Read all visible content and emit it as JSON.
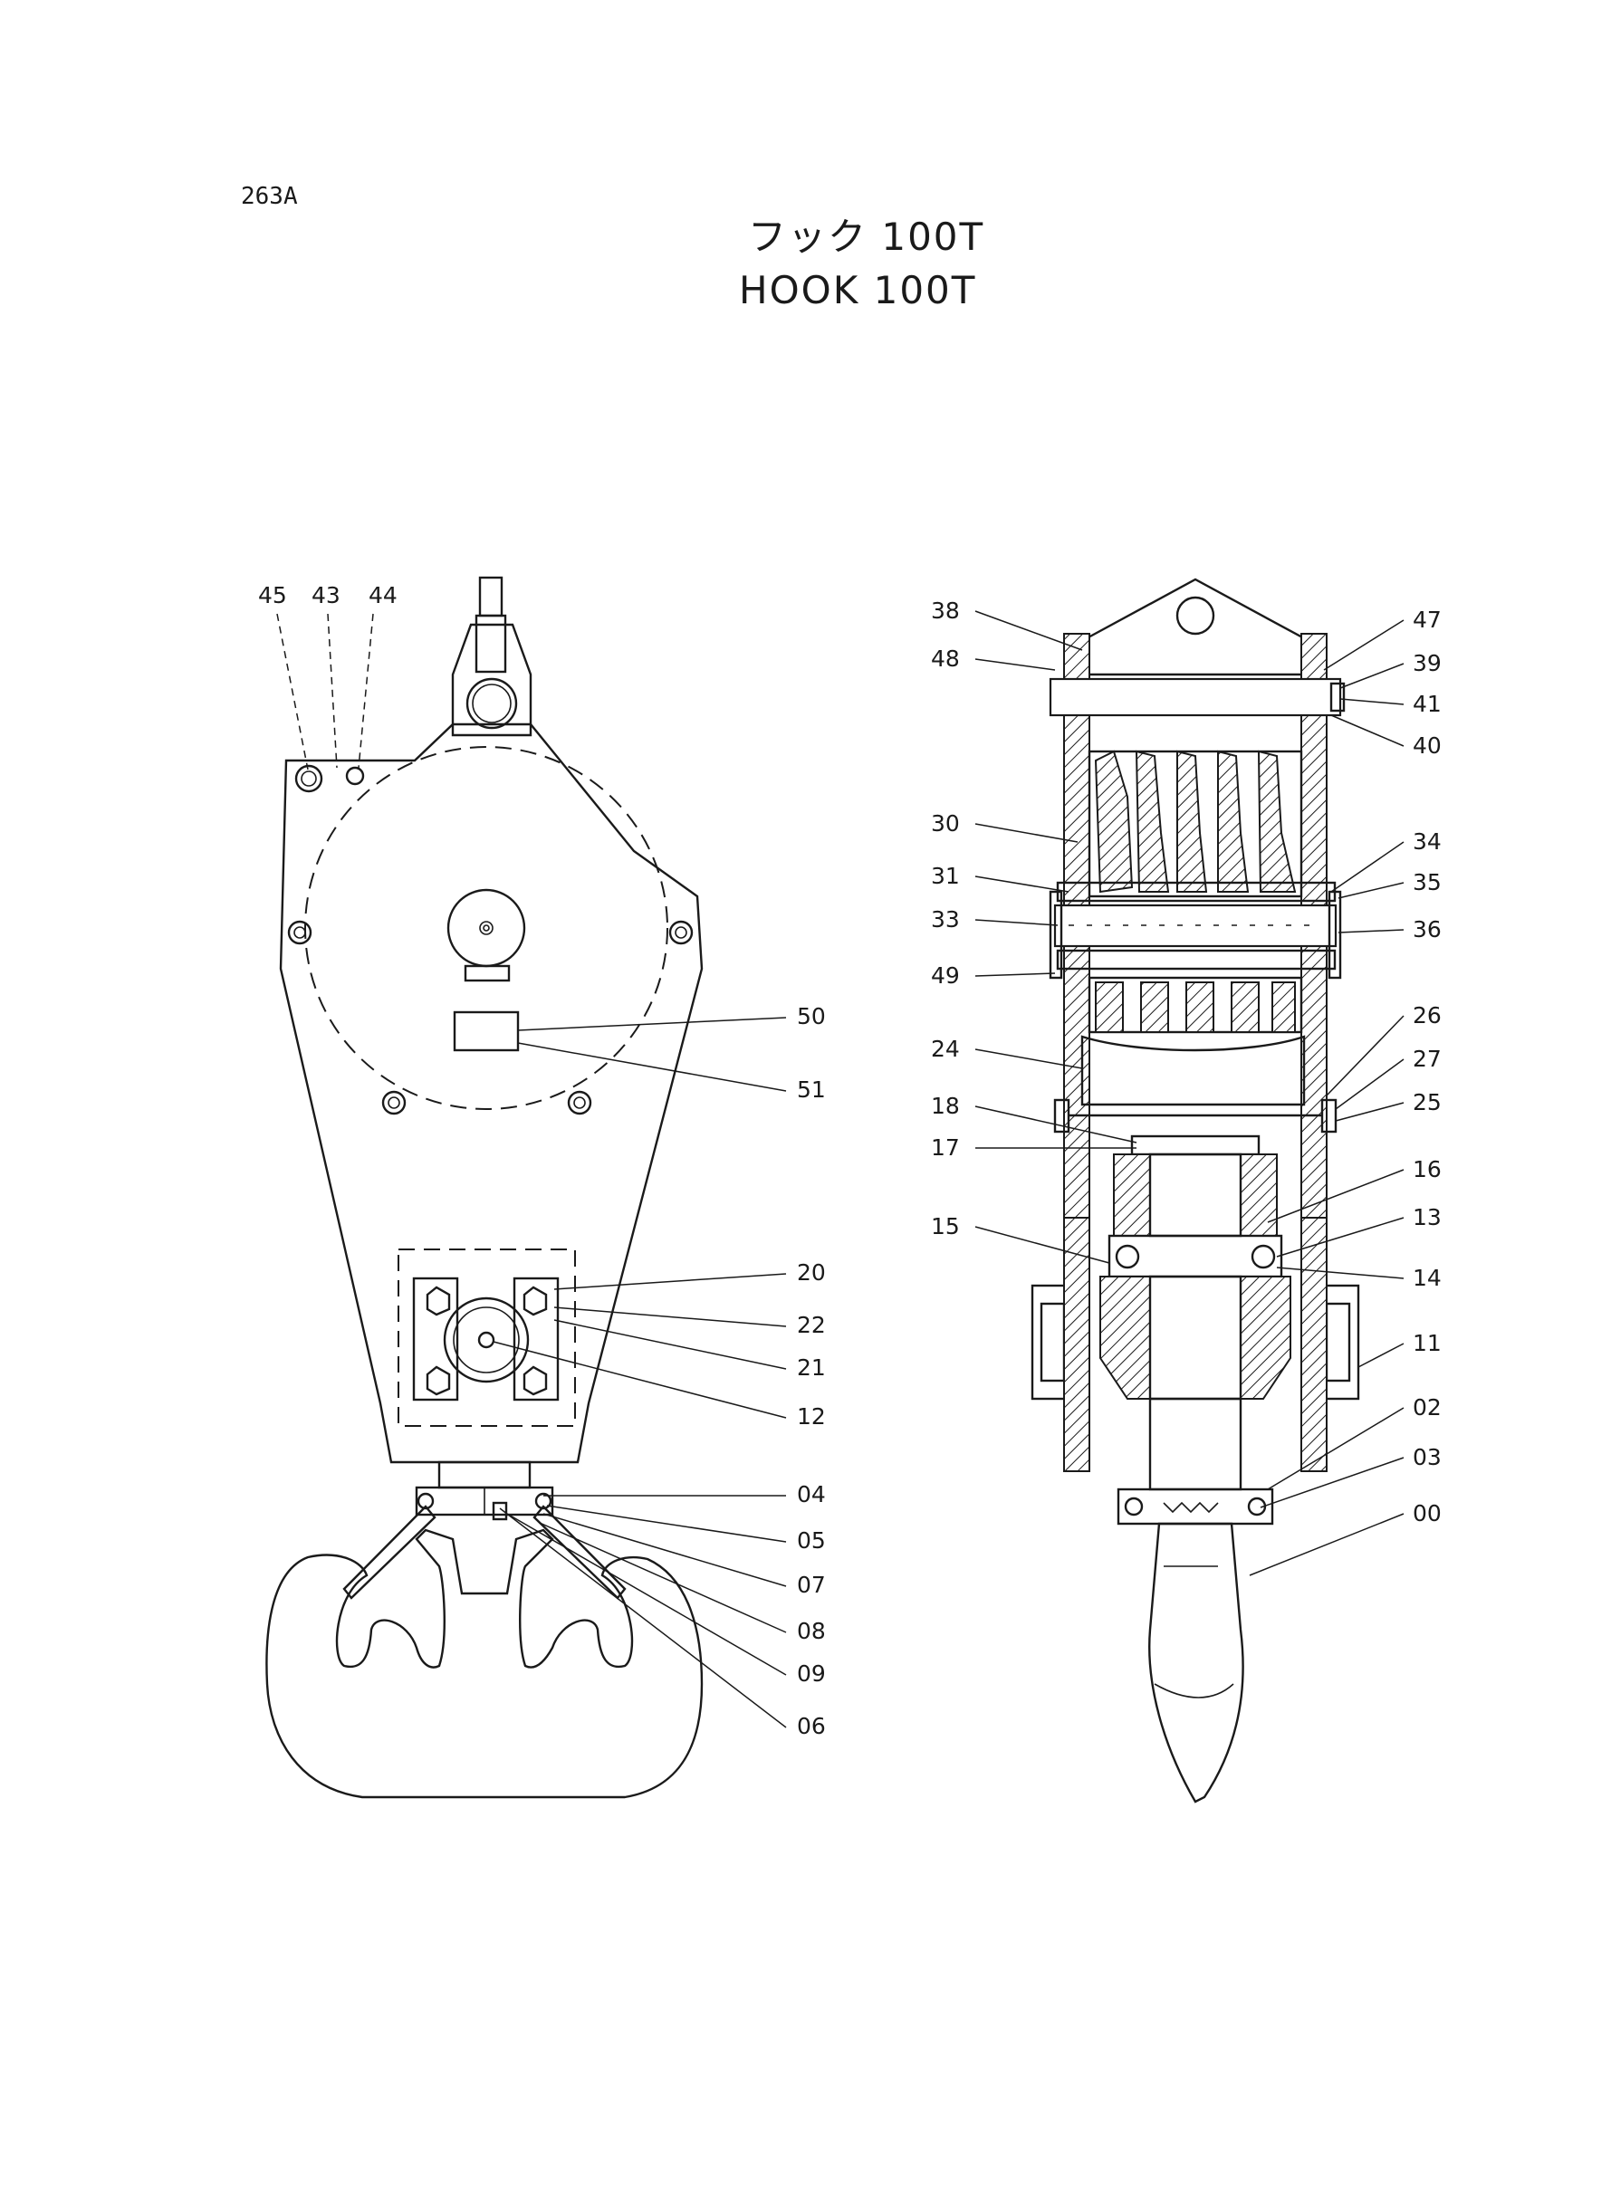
{
  "header": {
    "page_code": "263A",
    "title_ja": "フック 100T",
    "title_en": "HOOK 100T"
  },
  "left_view": {
    "part_labels": [
      "45",
      "43",
      "44",
      "50",
      "51",
      "20",
      "22",
      "21",
      "12",
      "04",
      "05",
      "07",
      "08",
      "09",
      "06"
    ]
  },
  "right_view": {
    "part_labels": [
      "38",
      "48",
      "47",
      "39",
      "41",
      "40",
      "30",
      "34",
      "31",
      "35",
      "33",
      "36",
      "49",
      "26",
      "24",
      "27",
      "25",
      "18",
      "16",
      "17",
      "13",
      "15",
      "14",
      "11",
      "02",
      "03",
      "00"
    ]
  }
}
